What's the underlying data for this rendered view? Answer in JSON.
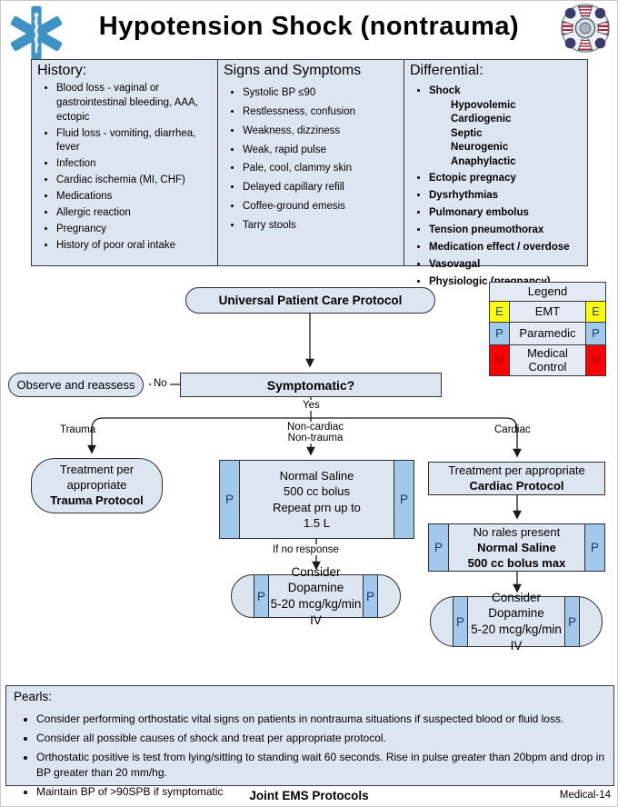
{
  "header": {
    "title": "Hypotension Shock (nontrauma)",
    "left_icon": "star-of-life-icon",
    "right_icon": "fire-department-badge-icon"
  },
  "info_boxes": {
    "history": {
      "title": "History:",
      "items": [
        "Blood loss - vaginal or gastrointestinal bleeding, AAA, ectopic",
        "Fluid loss - vomiting, diarrhea, fever",
        "Infection",
        "Cardiac ischemia (MI, CHF)",
        "Medications",
        "Allergic reaction",
        "Pregnancy",
        "History of poor oral intake"
      ]
    },
    "signs": {
      "title": "Signs and Symptoms",
      "items": [
        "Systolic BP ≤90",
        "Restlessness, confusion",
        "Weakness, dizziness",
        "Weak, rapid pulse",
        "Pale, cool, clammy skin",
        "Delayed capillary refill",
        "Coffee-ground emesis",
        "Tarry stools"
      ]
    },
    "differential": {
      "title": "Differential:",
      "items": [
        {
          "label": "Shock",
          "sub": [
            "Hypovolemic",
            "Cardiogenic",
            "Septic",
            "Neurogenic",
            "Anaphylactic"
          ]
        },
        {
          "label": "Ectopic pregnacy"
        },
        {
          "label": "Dysrhythmias"
        },
        {
          "label": "Pulmonary embolus"
        },
        {
          "label": "Tension pneumothorax"
        },
        {
          "label": "Medication effect / overdose"
        },
        {
          "label": "Vasovagal"
        },
        {
          "label": "Physiologic (pregnancy)"
        }
      ]
    }
  },
  "legend": {
    "title": "Legend",
    "rows": [
      {
        "letter": "E",
        "label": "EMT"
      },
      {
        "letter": "P",
        "label": "Paramedic"
      },
      {
        "letter": "M",
        "label": "Medical Control"
      }
    ],
    "colors": {
      "emt": "#ffff00",
      "paramedic": "#a2c8ec",
      "medical_control": "#ff0000",
      "node_fill": "#dde5f1"
    }
  },
  "flowchart": {
    "universal": "Universal Patient Care Protocol",
    "symptomatic": "Symptomatic?",
    "observe": "Observe and reassess",
    "no_label": "No",
    "yes_label": "Yes",
    "branch_trauma": "Trauma",
    "branch_noncardiac_line1": "Non-cardiac",
    "branch_noncardiac_line2": "Non-trauma",
    "branch_cardiac": "Cardiac",
    "trauma_box": {
      "line1": "Treatment per",
      "line2": "appropriate",
      "line3": "Trauma Protocol"
    },
    "saline_box": {
      "level": "P",
      "line1": "Normal Saline",
      "line2": "500 cc bolus",
      "line3": "Repeat prn up to",
      "line4": "1.5 L"
    },
    "cardiac_box": {
      "line1": "Treatment per appropriate",
      "line2": "Cardiac Protocol"
    },
    "no_response_label": "If no response",
    "norales_box": {
      "level": "P",
      "line1": "No rales present",
      "line2": "Normal Saline",
      "line3": "500 cc bolus max"
    },
    "dopamine_mid": {
      "level": "P",
      "line1": "Consider Dopamine",
      "line2": "5-20 mcg/kg/min IV"
    },
    "dopamine_right": {
      "level": "P",
      "line1": "Consider Dopamine",
      "line2": "5-20 mcg/kg/min IV"
    }
  },
  "pearls": {
    "title": "Pearls:",
    "items": [
      "Consider performing orthostatic vital signs on patients in nontrauma situations if suspected blood or fluid loss.",
      "Consider all possible causes of shock and treat per appropriate protocol.",
      "Orthostatic positive is test from lying/sitting to standing wait 60 seconds. Rise in pulse greater than 20bpm and drop in BP greater than 20 mm/hg.",
      "Maintain BP of >90SPB if symptomatic"
    ]
  },
  "footer": {
    "center": "Joint EMS Protocols",
    "right": "Medical-14"
  }
}
